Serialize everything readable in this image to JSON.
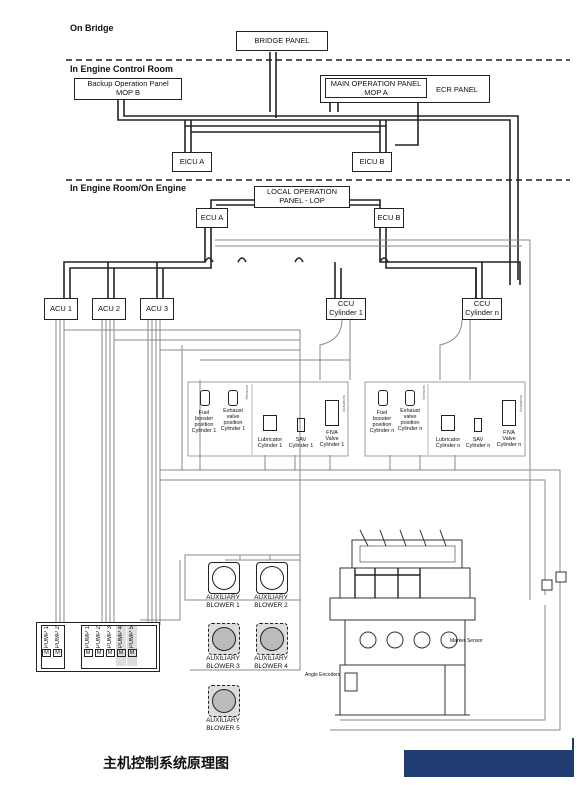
{
  "sections": {
    "on_bridge": "On Bridge",
    "control_room": "In Engine Control Room",
    "engine_room": "In Engine Room/On Engine"
  },
  "panels": {
    "bridge": "BRIDGE PANEL",
    "backup_line1": "Backup Operation Panel",
    "backup_line2": "MOP B",
    "main_line1": "MAIN OPERATION PANEL",
    "main_line2": "MOP A",
    "ecr": "ECR PANEL",
    "lop_line1": "LOCAL OPERATION",
    "lop_line2": "PANEL - LOP"
  },
  "units": {
    "eicu_a": "EICU A",
    "eicu_b": "EICU B",
    "ecu_a": "ECU A",
    "ecu_b": "ECU B",
    "acu1": "ACU 1",
    "acu2": "ACU 2",
    "acu3": "ACU 3",
    "ccu1_line1": "CCU",
    "ccu1_line2": "Cylinder 1",
    "ccun_line1": "CCU",
    "ccun_line2": "Cylinder n"
  },
  "cylinder1": {
    "fuel": [
      "Fuel",
      "booster",
      "position",
      "Cylinder 1"
    ],
    "exhaust": [
      "Exhaust",
      "valve",
      "position",
      "Cylinder 1"
    ],
    "lubricator": [
      "Lubricator",
      "Cylinder 1"
    ],
    "sav": [
      "SAV",
      "Cylinder 1"
    ],
    "fiva": [
      "FIVA",
      "Valve",
      "Cylinder 1"
    ]
  },
  "cylindern": {
    "fuel": [
      "Fuel",
      "booster",
      "position",
      "Cylinder n"
    ],
    "exhaust": [
      "Exhaust",
      "valve",
      "position",
      "Cylinder n"
    ],
    "lubricator": [
      "Lubricator",
      "Cylinder n"
    ],
    "sav": [
      "SAV",
      "Cylinder n"
    ],
    "fiva": [
      "FIVA",
      "Valve",
      "Cylinder n"
    ]
  },
  "sensors_label": "Sensors",
  "actuators_label": "Actuators",
  "blowers": {
    "b1": [
      "AUXILIARY",
      "BLOWER 1"
    ],
    "b2": [
      "AUXILIARY",
      "BLOWER 2"
    ],
    "b3": [
      "AUXILIARY",
      "BLOWER 3"
    ],
    "b4": [
      "AUXILIARY",
      "BLOWER 4"
    ],
    "b5": [
      "AUXILIARY",
      "BLOWER 5"
    ]
  },
  "pumps": [
    "PUMP 1",
    "PUMP 2",
    "PUMP 1",
    "PUMP 2",
    "PUMP 3",
    "PUMP 4",
    "PUMP 5"
  ],
  "motor_mark": "M",
  "engine_labels": {
    "marker_sensor": "Marker Sensor",
    "angle_encoders": "Angle Encoders"
  },
  "caption": "主机控制系统原理图",
  "colors": {
    "lines": "#222222",
    "gray_lines": "#8a8a8a",
    "accent_bar": "#1f3d73"
  }
}
